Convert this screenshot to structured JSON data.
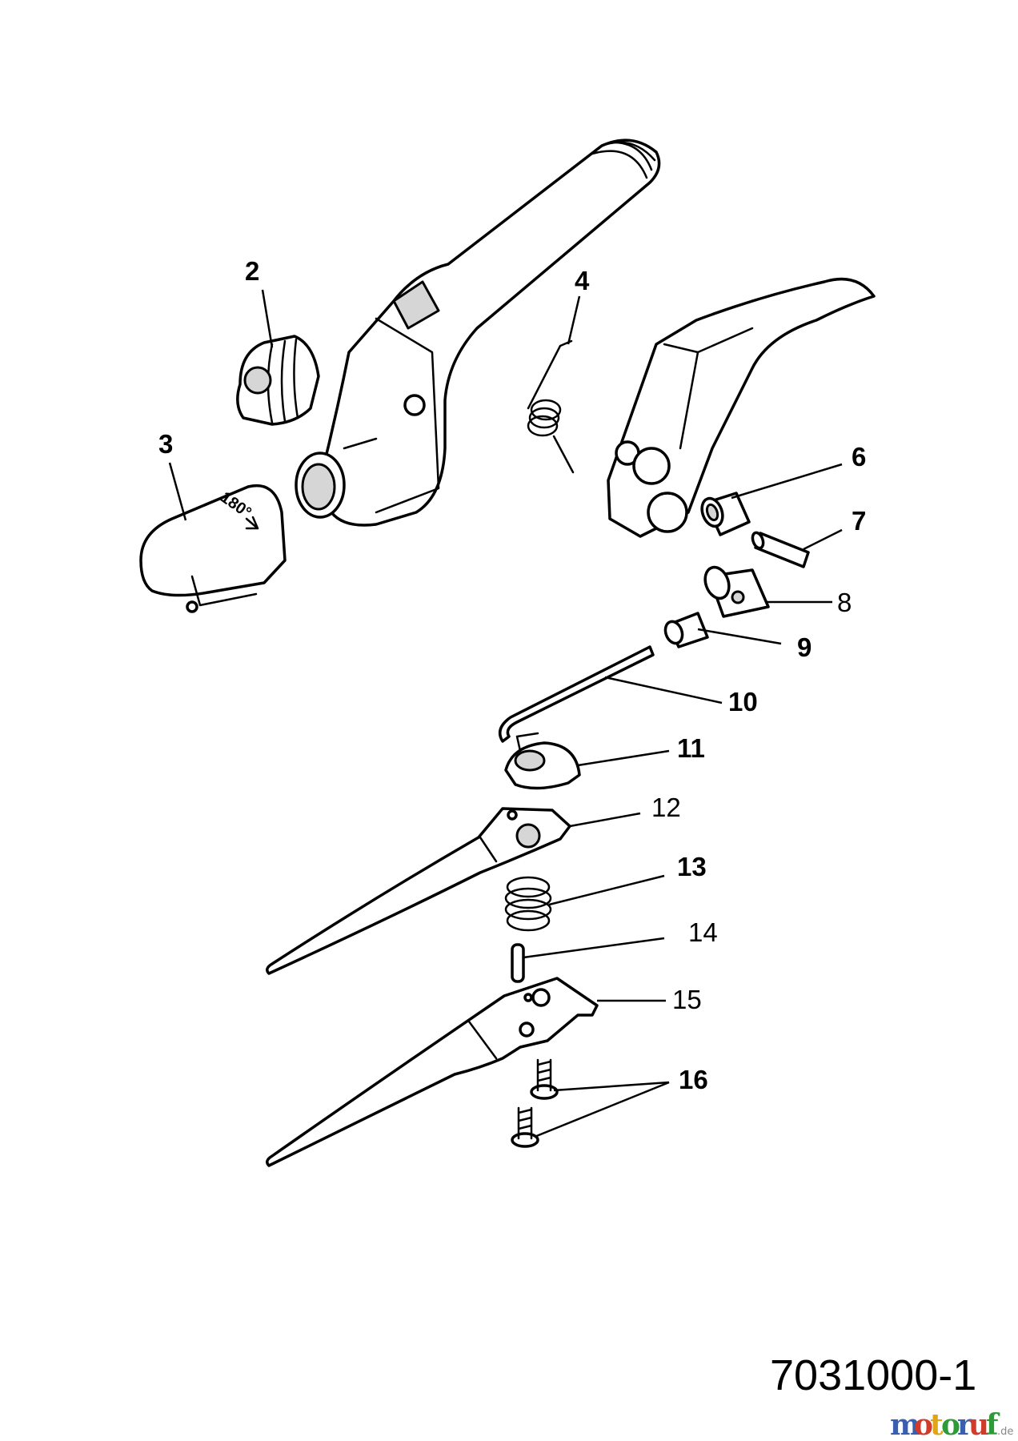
{
  "diagram": {
    "callouts": [
      {
        "id": "2",
        "label": "2",
        "bold": true
      },
      {
        "id": "3",
        "label": "3",
        "bold": true
      },
      {
        "id": "4",
        "label": "4",
        "bold": true
      },
      {
        "id": "6",
        "label": "6",
        "bold": true
      },
      {
        "id": "7",
        "label": "7",
        "bold": true
      },
      {
        "id": "8",
        "label": "8",
        "bold": false
      },
      {
        "id": "9",
        "label": "9",
        "bold": true
      },
      {
        "id": "10",
        "label": "10",
        "bold": true
      },
      {
        "id": "11",
        "label": "11",
        "bold": true
      },
      {
        "id": "12",
        "label": "12",
        "bold": false
      },
      {
        "id": "13",
        "label": "13",
        "bold": true
      },
      {
        "id": "14",
        "label": "14",
        "bold": false
      },
      {
        "id": "15",
        "label": "15",
        "bold": false
      },
      {
        "id": "16",
        "label": "16",
        "bold": true
      }
    ],
    "cap_marking": "180°",
    "drawing_number": "7031000-1"
  },
  "watermark": {
    "text": "motoruf",
    "suffix": ".de",
    "colors": [
      "#3b5fb0",
      "#d23a2a",
      "#e0a419",
      "#2f9a3a",
      "#3b5fb0",
      "#d23a2a",
      "#2f9a3a"
    ]
  }
}
